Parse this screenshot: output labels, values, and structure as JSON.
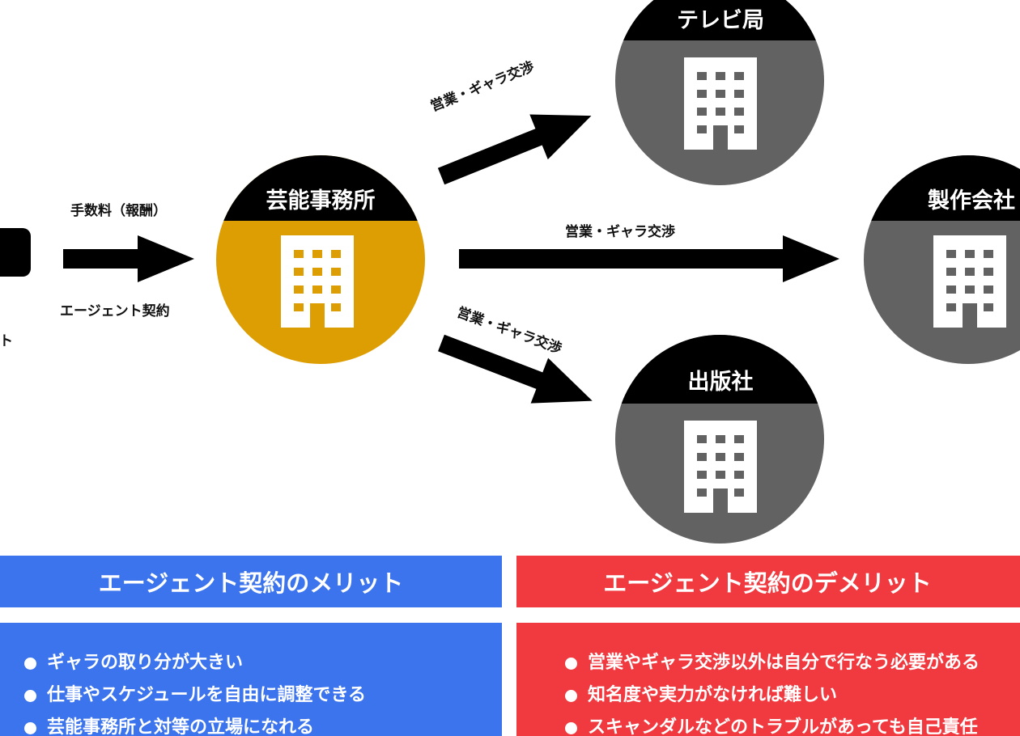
{
  "colors": {
    "agency": "#dd9e03",
    "client": "#626262",
    "title_band": "#000000",
    "merit": "#3c74ee",
    "demerit": "#f03a40",
    "arrow": "#000000"
  },
  "nodes": {
    "agency": {
      "title": "芸能事務所",
      "icon": "building-icon"
    },
    "tv": {
      "title": "テレビ局",
      "icon": "building-icon"
    },
    "production": {
      "title": "製作会社",
      "icon": "building-icon"
    },
    "publisher": {
      "title": "出版社",
      "icon": "building-icon"
    },
    "talent": {
      "label_fragment": "ント"
    }
  },
  "edges": {
    "talent_to_agency": {
      "label_top": "手数料（報酬）",
      "label_bottom": "エージェント契約"
    },
    "agency_to_tv": {
      "label": "営業・ギャラ交渉"
    },
    "agency_to_production": {
      "label": "営業・ギャラ交渉"
    },
    "agency_to_publisher": {
      "label": "営業・ギャラ交渉"
    }
  },
  "merits": {
    "title": "エージェント契約のメリット",
    "items": [
      "ギャラの取り分が大きい",
      "仕事やスケジュールを自由に調整できる",
      "芸能事務所と対等の立場になれる"
    ]
  },
  "demerits": {
    "title": "エージェント契約のデメリット",
    "items": [
      "営業やギャラ交渉以外は自分で行なう必要がある",
      "知名度や実力がなければ難しい",
      "スキャンダルなどのトラブルがあっても自己責任"
    ]
  }
}
